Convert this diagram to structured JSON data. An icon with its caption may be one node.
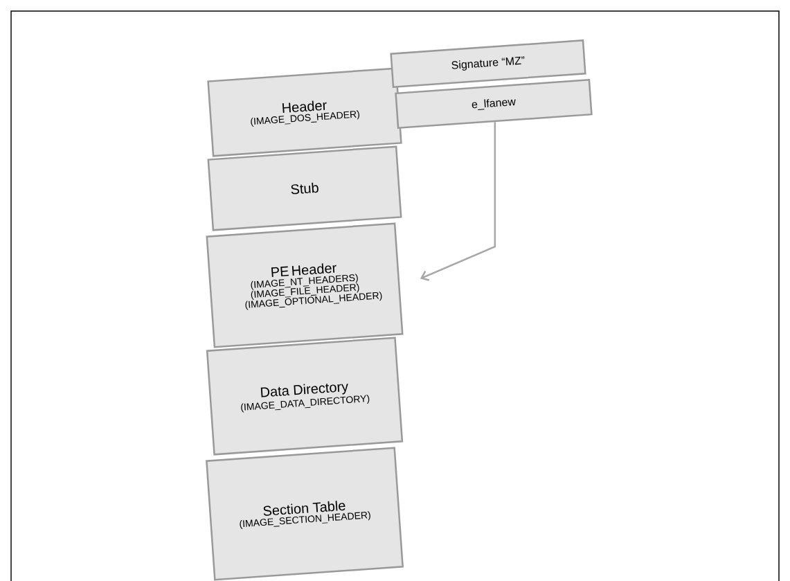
{
  "diagram": {
    "nodes": [
      {
        "text": [
          "Header",
          "(IMAGE_DOS_HEADER)"
        ]
      },
      {
        "text": [
          "Signature “MZ”"
        ]
      },
      {
        "text": [
          "e_lfanew"
        ]
      },
      {
        "text": [
          "Stub"
        ]
      },
      {
        "text": [
          "PE Header",
          "(IMAGE_NT_HEADERS) (IMAGE_FILE_HEADER) (IMAGE_OPTIONAL_HEADER)"
        ]
      },
      {
        "text": [
          "Data Directory",
          "(IMAGE_DATA_DIRECTORY)"
        ]
      },
      {
        "text": [
          "Section Table",
          "(IMAGE_SECTION_HEADER)"
        ]
      }
    ],
    "edges": [
      {
        "from": 2,
        "to": 4,
        "arrow": "to"
      }
    ]
  }
}
